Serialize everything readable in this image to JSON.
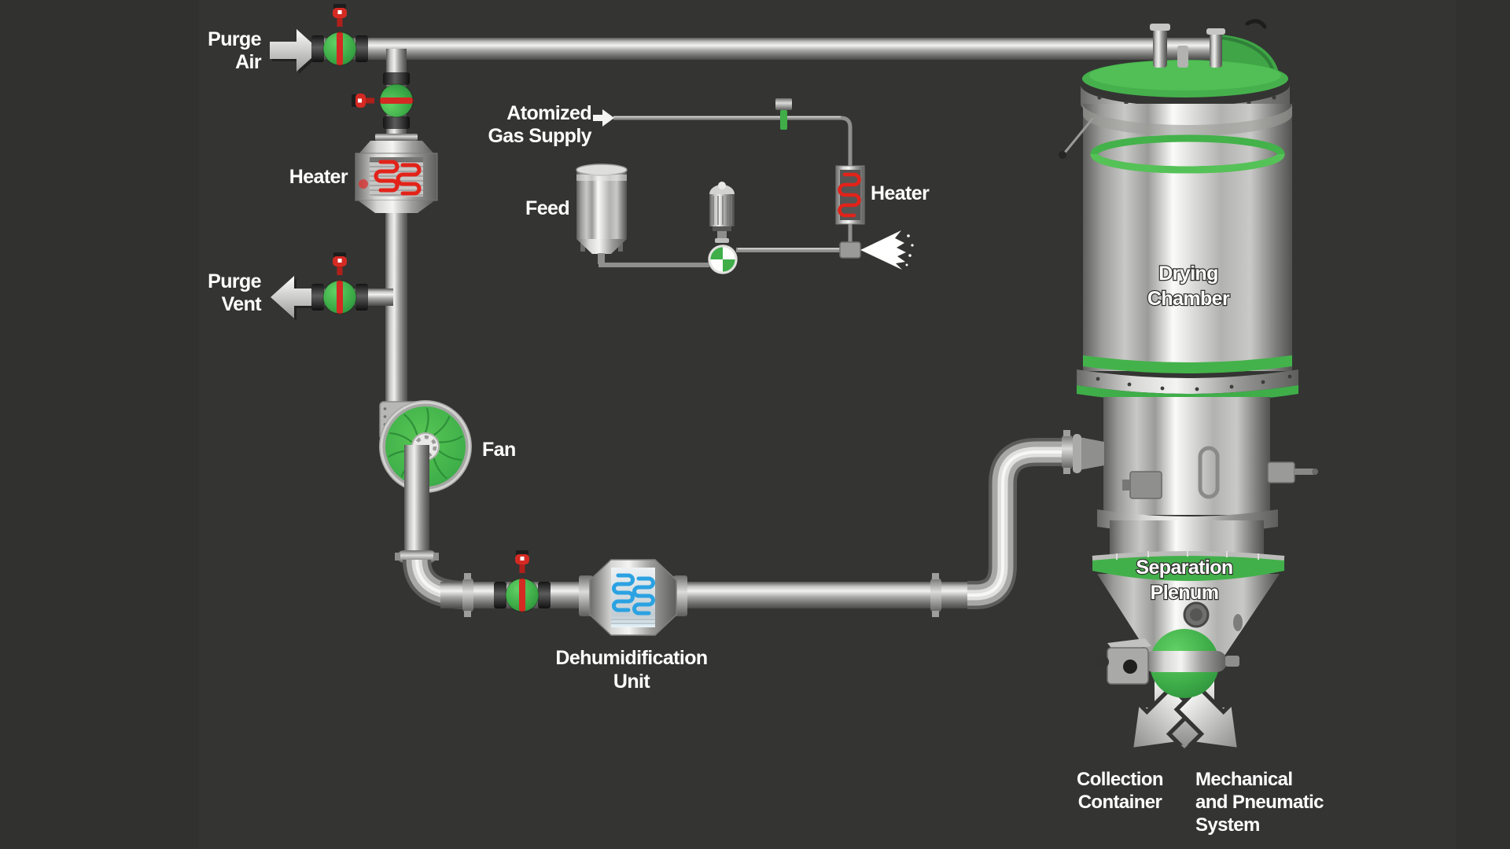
{
  "diagram": {
    "title": "Closed-loop spray dryer process diagram",
    "labels": {
      "purge_air": {
        "line1": "Purge",
        "line2": "Air"
      },
      "heater_main": {
        "text": "Heater"
      },
      "purge_vent": {
        "line1": "Purge",
        "line2": "Vent"
      },
      "atomized_gas": {
        "line1": "Atomized",
        "line2": "Gas Supply"
      },
      "feed": {
        "text": "Feed"
      },
      "heater_feed": {
        "text": "Heater"
      },
      "fan": {
        "text": "Fan"
      },
      "dehumidification": {
        "line1": "Dehumidification",
        "line2": "Unit"
      },
      "drying_chamber": {
        "line1": "Drying",
        "line2": "Chamber"
      },
      "separation_plenum": {
        "line1": "Separation",
        "line2": "Plenum"
      },
      "collection_container": {
        "line1": "Collection",
        "line2": "Container"
      },
      "mechanical_system": {
        "line1": "Mechanical",
        "line2": "and Pneumatic",
        "line3": "System"
      }
    },
    "icons": {
      "purge_air_arrow": "arrow-right",
      "purge_vent_arrow": "arrow-left",
      "gas_supply_arrow": "arrow-right",
      "spray_cone": "spray-right",
      "discharge_arrow": "arrow-down",
      "collection_arrow": "arrow-down-left",
      "pneumatic_arrow": "arrow-down-right"
    },
    "colors": {
      "background": "#343433",
      "side_band": "#31312f",
      "accent_green": "#3fae49",
      "accent_green_light": "#55c257",
      "valve_red": "#d42a23",
      "heater_coil_red": "#e2231a",
      "dehumid_coil_blue": "#2ba2e2",
      "metal_light": "#f2f2f2",
      "metal_dark": "#565656",
      "label_white": "#ffffff"
    }
  }
}
